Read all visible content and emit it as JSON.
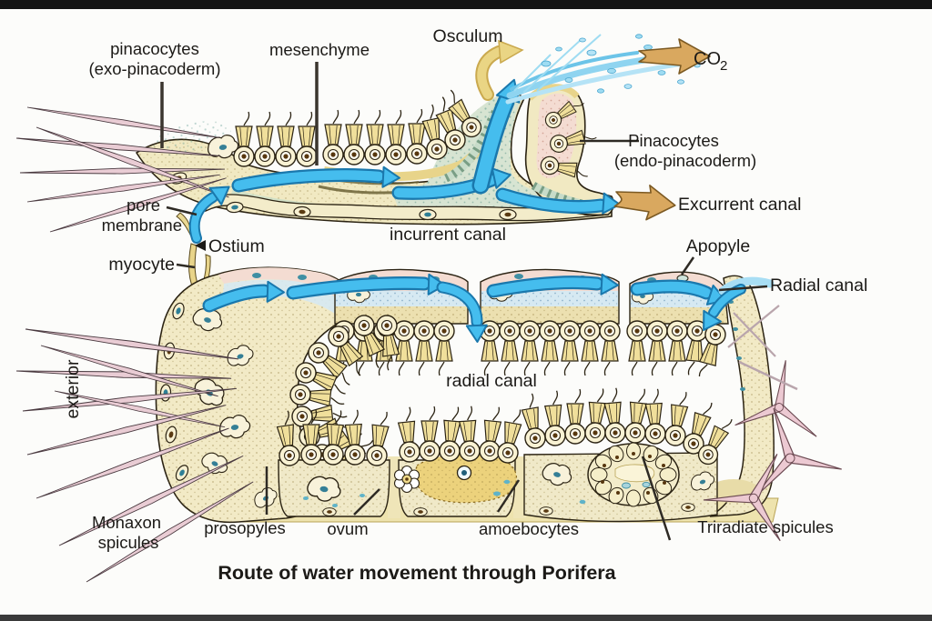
{
  "title": "Route of water movement through Porifera",
  "labels": {
    "pinacocytes_exo_1": "pinacocytes",
    "pinacocytes_exo_2": "(exo-pinacoderm)",
    "mesenchyme": "mesenchyme",
    "osculum": "Osculum",
    "co2_base": "CO",
    "co2_sub": "2",
    "pinacocytes_endo_1": "Pinacocytes",
    "pinacocytes_endo_2": "(endo-pinacoderm)",
    "excurrent_canal": "Excurrent canal",
    "pore_membrane_1": "pore",
    "pore_membrane_2": "membrane",
    "ostium": "Ostium",
    "myocyte": "myocyte",
    "incurrent_canal": "incurrent canal",
    "apopyle": "Apopyle",
    "radial_canal_right": "Radial canal",
    "exterior": "exterior",
    "radial_canal_center": "radial canal",
    "monaxon_1": "Monaxon",
    "monaxon_2": "spicules",
    "prosopyles": "prosopyles",
    "ovum": "ovum",
    "amoebocytes": "amoebocytes",
    "triradiate_spicules": "Triradiate spicules"
  },
  "colors": {
    "water_arrow": "#45bdee",
    "water_arrow_outline": "#1a78ad",
    "gas_arrow": "#d9a85f",
    "osculum_arrow": "#ead584",
    "body_cream": "#f1e9c2",
    "pinacoderm_pink": "#f4dcd2",
    "spicule_pink": "#e9ccd4",
    "collar_cell_yellow": "#f0df9b",
    "text": "#1c1a17",
    "background": "#fcfcfa"
  }
}
